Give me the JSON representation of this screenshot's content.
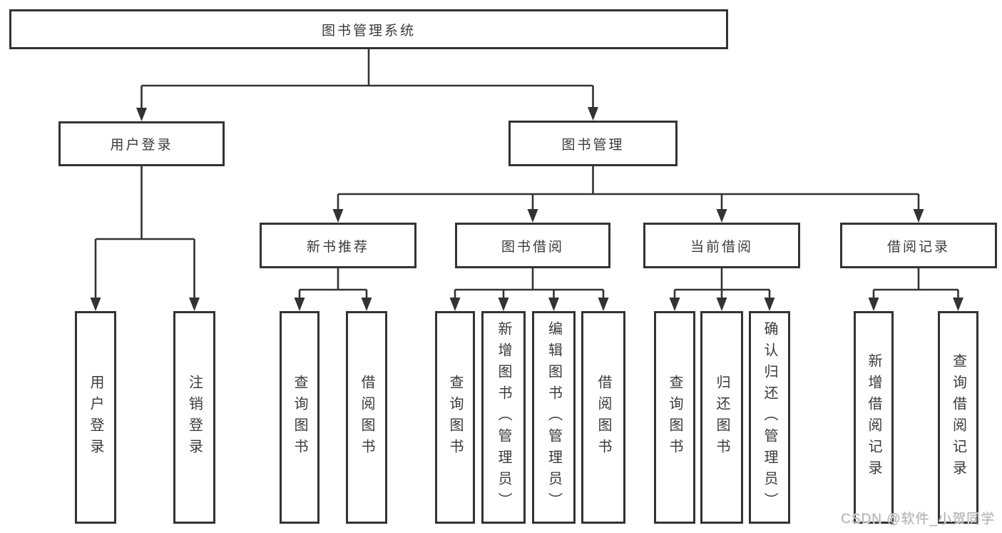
{
  "colors": {
    "line": "#333333",
    "box_border": "#333333",
    "watermark": "#b3b3b3",
    "background": "#ffffff"
  },
  "watermark": "CSDN @软件_小贺同学",
  "tree": {
    "root": {
      "label": "图书管理系统",
      "children": [
        {
          "label": "用户登录",
          "children": [
            {
              "label": "用户登录"
            },
            {
              "label": "注销登录"
            }
          ]
        },
        {
          "label": "图书管理",
          "children": [
            {
              "label": "新书推荐",
              "children": [
                {
                  "label": "查询图书"
                },
                {
                  "label": "借阅图书"
                }
              ]
            },
            {
              "label": "图书借阅",
              "children": [
                {
                  "label": "查询图书"
                },
                {
                  "label": "新增图书（管理员）"
                },
                {
                  "label": "编辑图书（管理员）"
                },
                {
                  "label": "借阅图书"
                }
              ]
            },
            {
              "label": "当前借阅",
              "children": [
                {
                  "label": "查询图书"
                },
                {
                  "label": "归还图书"
                },
                {
                  "label": "确认归还（管理员）"
                }
              ]
            },
            {
              "label": "借阅记录",
              "children": [
                {
                  "label": "新增借阅记录"
                },
                {
                  "label": "查询借阅记录"
                }
              ]
            }
          ]
        }
      ]
    }
  }
}
